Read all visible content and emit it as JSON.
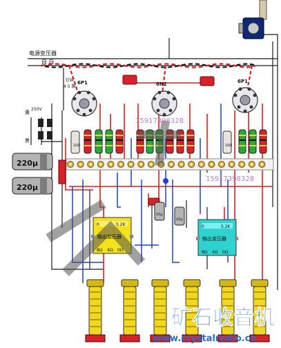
{
  "power_transformer": {
    "label": "电源变压器",
    "leads": "白 白"
  },
  "filament_label": "灯丝\n4 5 脚",
  "tubes": [
    {
      "label": "6P1"
    },
    {
      "label": "6N2"
    },
    {
      "label": "6P1"
    }
  ],
  "fuse_text": "250V",
  "switch_labels": {
    "top": "黄",
    "bottom": "黑"
  },
  "capacitors": [
    {
      "value": "220μ"
    },
    {
      "value": "220μ"
    }
  ],
  "small_caps": [
    {
      "value": "10μ"
    },
    {
      "value": "10μ"
    }
  ],
  "resistor_values": [
    "10Ω",
    "10Ω"
  ],
  "output_transformers": [
    {
      "label": "输出变压器",
      "top_left": "0",
      "top_right": "5.2K",
      "taps": [
        "8Ω",
        "4Ω",
        "0Ω"
      ]
    },
    {
      "label": "输出变压器",
      "top_left": "0",
      "top_right": "5.2K",
      "taps": [
        "8Ω",
        "4Ω",
        "0Ω"
      ]
    }
  ],
  "phone_numbers": [
    "15917398328",
    "15917398328"
  ],
  "watermark": {
    "big_text": "矿石收音机",
    "url": "www.crystalradio.cn"
  },
  "colors": {
    "red_wire": "#e21d1d",
    "blue_wire": "#1f3fd0",
    "black_wire": "#1a1a1a",
    "yellow_transformer": "#f4e21a",
    "green_resistor": "#2aa838",
    "red_resistor": "#d8222a",
    "cyan_transformer": "#2ed3d0"
  }
}
